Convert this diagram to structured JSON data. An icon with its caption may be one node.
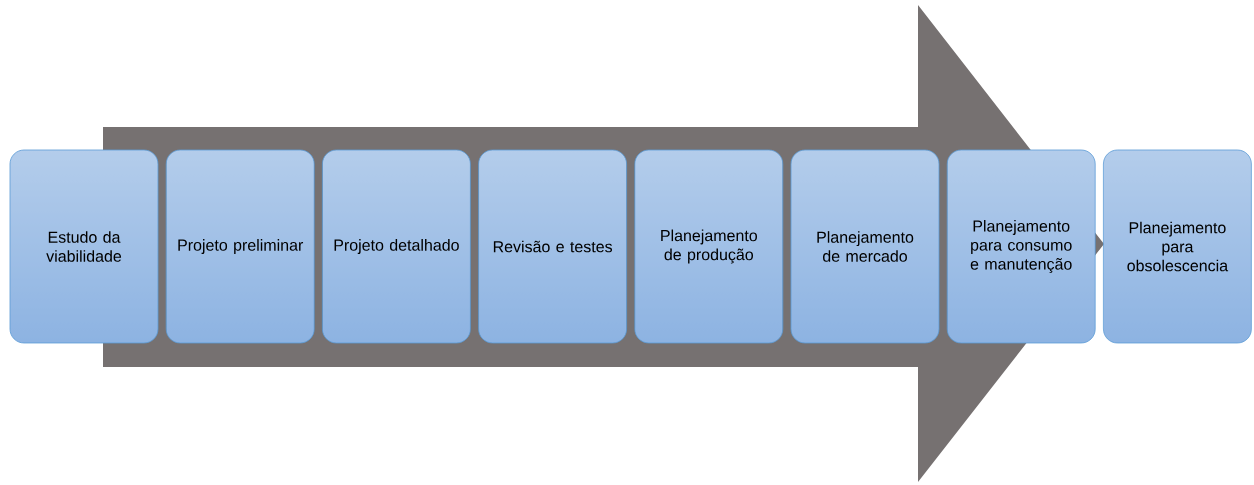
{
  "diagram": {
    "nodes": [
      {
        "text": [
          "Estudo da viabilidade"
        ]
      },
      {
        "text": [
          "Projeto preliminar"
        ]
      },
      {
        "text": [
          "Projeto detalhado"
        ]
      },
      {
        "text": [
          "Revisão e testes"
        ]
      },
      {
        "text": [
          "Planejamento de produção"
        ]
      },
      {
        "text": [
          "Planejamento de mercado"
        ]
      },
      {
        "text": [
          "Planejamento para consumo e manutenção"
        ]
      },
      {
        "text": [
          "Planejamento para obsolescencia"
        ]
      }
    ]
  }
}
